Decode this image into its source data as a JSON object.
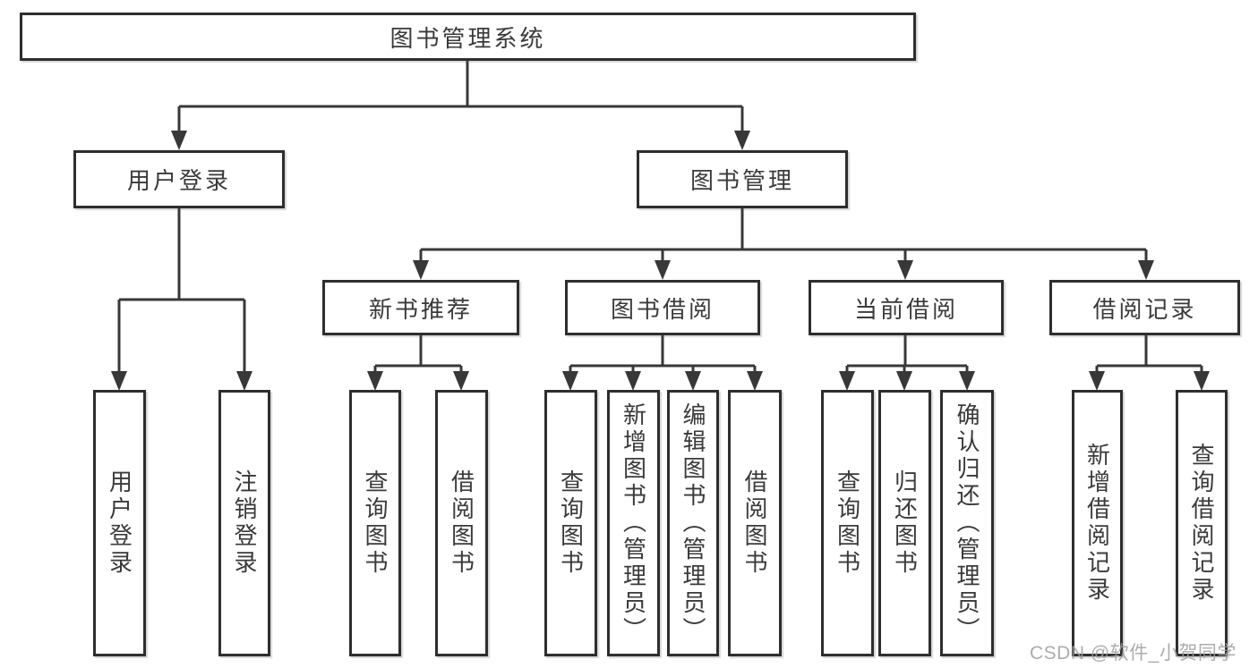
{
  "diagram": {
    "type": "tree",
    "root": {
      "label": "图书管理系统"
    },
    "branches": [
      {
        "label": "用户登录",
        "children": [
          {
            "label": "用户登录"
          },
          {
            "label": "注销登录"
          }
        ]
      },
      {
        "label": "图书管理",
        "children": [
          {
            "label": "新书推荐",
            "children": [
              {
                "label": "查询图书"
              },
              {
                "label": "借阅图书"
              }
            ]
          },
          {
            "label": "图书借阅",
            "children": [
              {
                "label": "查询图书"
              },
              {
                "label": "新增图书（管理员）"
              },
              {
                "label": "编辑图书（管理员）"
              },
              {
                "label": "借阅图书"
              }
            ]
          },
          {
            "label": "当前借阅",
            "children": [
              {
                "label": "查询图书"
              },
              {
                "label": "归还图书"
              },
              {
                "label": "确认归还（管理员）"
              }
            ]
          },
          {
            "label": "借阅记录",
            "children": [
              {
                "label": "新增借阅记录"
              },
              {
                "label": "查询借阅记录"
              }
            ]
          }
        ]
      }
    ]
  },
  "watermark": "CSDN @软件_小贺同学",
  "colors": {
    "line": "#383838",
    "box_border": "#2e2e2e",
    "box_fill": "#ffffff",
    "text": "#3a3a3a",
    "watermark": "#9e9e9e",
    "background": "#ffffff"
  }
}
